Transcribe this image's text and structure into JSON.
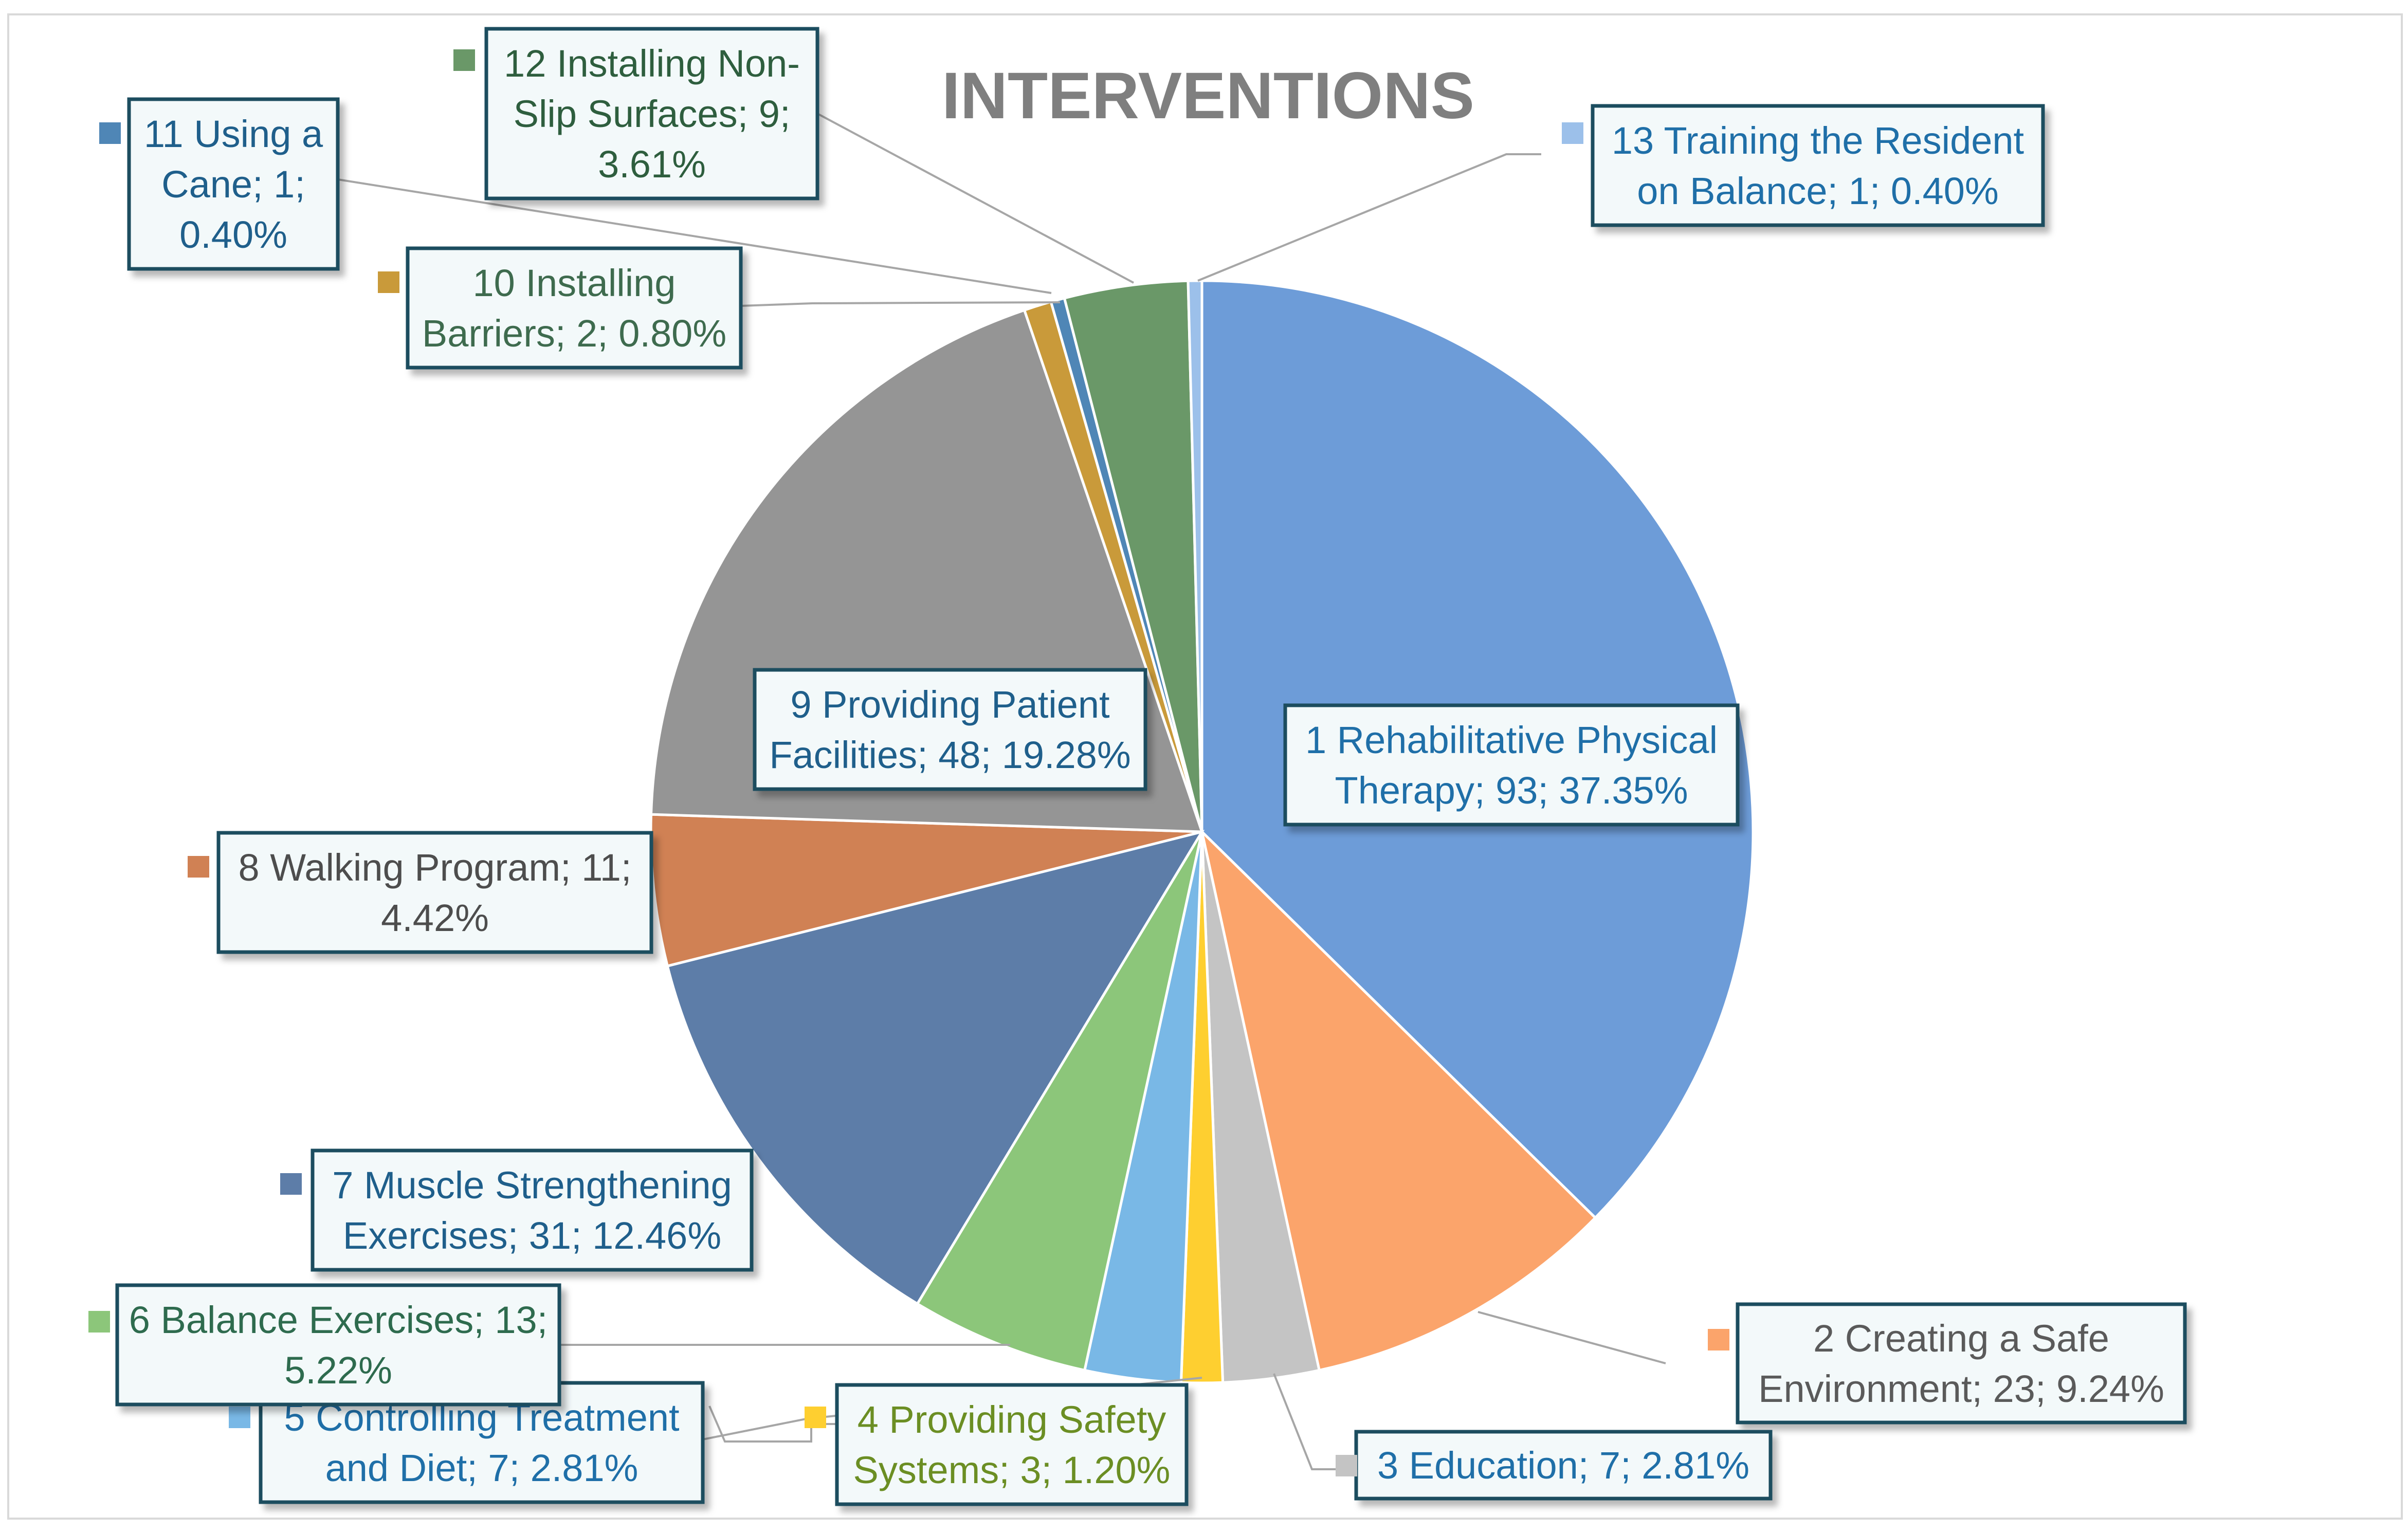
{
  "chart_data": {
    "type": "pie",
    "title": "INTERVENTIONS",
    "slices": [
      {
        "label": "1 Rehabilitative Physical Therapy; 93; 37.35%",
        "category": "1 Rehabilitative Physical Therapy",
        "value": 93,
        "percent": "37.35%",
        "color": "#6d9cd8",
        "text_color": "#1f6fa8"
      },
      {
        "label": "2 Creating a Safe Environment; 23; 9.24%",
        "category": "2 Creating a Safe Environment",
        "value": 23,
        "percent": "9.24%",
        "color": "#fba46b",
        "text_color": "#5a5a5a"
      },
      {
        "label": "3 Education; 7; 2.81%",
        "category": "3 Education",
        "value": 7,
        "percent": "2.81%",
        "color": "#c4c4c4",
        "text_color": "#1f6fa8"
      },
      {
        "label": "4 Providing Safety Systems; 3; 1.20%",
        "category": "4 Providing Safety Systems",
        "value": 3,
        "percent": "1.20%",
        "color": "#fecf30",
        "text_color": "#6b8e23"
      },
      {
        "label": "5 Controlling Treatment and Diet; 7; 2.81%",
        "category": "5 Controlling Treatment and Diet",
        "value": 7,
        "percent": "2.81%",
        "color": "#79b8e6",
        "text_color": "#1f6fa8"
      },
      {
        "label": "6 Balance Exercises; 13; 5.22%",
        "category": "6 Balance Exercises",
        "value": 13,
        "percent": "5.22%",
        "color": "#8cc67a",
        "text_color": "#2e6b4e"
      },
      {
        "label": "7 Muscle Strengthening Exercises; 31; 12.46%",
        "category": "7 Muscle Strengthening Exercises",
        "value": 31,
        "percent": "12.46%",
        "color": "#5d7da8",
        "text_color": "#1f5f8b"
      },
      {
        "label": "8 Walking Program; 11; 4.42%",
        "category": "8 Walking Program",
        "value": 11,
        "percent": "4.42%",
        "color": "#d08154",
        "text_color": "#4d4d4d"
      },
      {
        "label": "9 Providing Patient Facilities; 48; 19.28%",
        "category": "9 Providing Patient Facilities",
        "value": 48,
        "percent": "19.28%",
        "color": "#959595",
        "text_color": "#1f5f8b"
      },
      {
        "label": "10 Installing Barriers; 2; 0.80%",
        "category": "10 Installing Barriers",
        "value": 2,
        "percent": "0.80%",
        "color": "#c99a3a",
        "text_color": "#3e6b4e"
      },
      {
        "label": "11 Using a Cane; 1; 0.40%",
        "category": "11 Using a Cane",
        "value": 1,
        "percent": "0.40%",
        "color": "#4f86b6",
        "text_color": "#1f5f8b"
      },
      {
        "label": "12 Installing Non-Slip Surfaces; 9; 3.61%",
        "category": "12 Installing Non-Slip Surfaces",
        "value": 9,
        "percent": "3.61%",
        "color": "#6a9868",
        "text_color": "#2e5e3e"
      },
      {
        "label": "13 Training the Resident on Balance; 1; 0.40%",
        "category": "13 Training the Resident on Balance",
        "value": 1,
        "percent": "0.40%",
        "color": "#9cc0ea",
        "text_color": "#1f6fa8"
      }
    ]
  },
  "labels": [
    {
      "lines": [
        "1 Rehabilitative Physical",
        "Therapy; 93; 37.35%"
      ]
    },
    {
      "lines": [
        "2 Creating a Safe",
        "Environment; 23; 9.24%"
      ]
    },
    {
      "lines": [
        "3 Education; 7; 2.81%"
      ]
    },
    {
      "lines": [
        "4 Providing Safety",
        "Systems; 3; 1.20%"
      ]
    },
    {
      "lines": [
        "5 Controlling Treatment",
        "and Diet; 7; 2.81%"
      ]
    },
    {
      "lines": [
        "6 Balance Exercises; 13;",
        "5.22%"
      ]
    },
    {
      "lines": [
        "7 Muscle Strengthening",
        "Exercises; 31; 12.46%"
      ]
    },
    {
      "lines": [
        "8 Walking Program; 11;",
        "4.42%"
      ]
    },
    {
      "lines": [
        "9 Providing Patient",
        "Facilities; 48; 19.28%"
      ]
    },
    {
      "lines": [
        "10 Installing",
        "Barriers; 2; 0.80%"
      ]
    },
    {
      "lines": [
        "11 Using a",
        "Cane; 1;",
        "0.40%"
      ]
    },
    {
      "lines": [
        "12 Installing Non-",
        "Slip Surfaces; 9;",
        "3.61%"
      ]
    },
    {
      "lines": [
        "13 Training the Resident",
        "on Balance; 1; 0.40%"
      ]
    }
  ],
  "colors": {
    "box_border": "#1f4e5f",
    "box_fill": "#f3f9fa",
    "leader_line": "#a6a6a6",
    "title": "#7f7f7f"
  }
}
